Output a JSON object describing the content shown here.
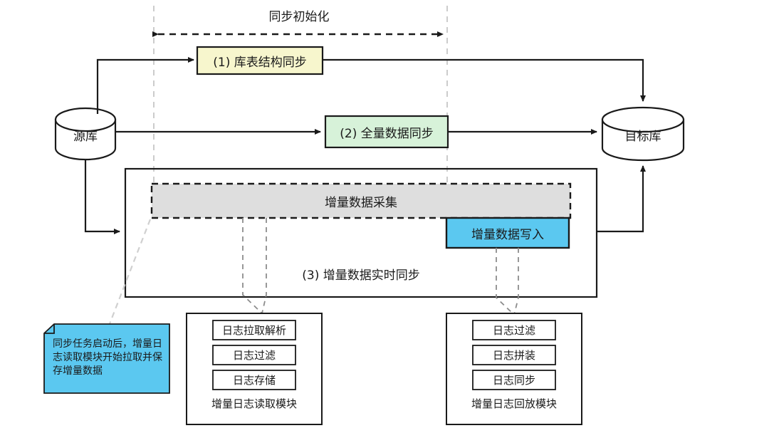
{
  "diagram": {
    "title_annotation": "同步初始化",
    "nodes": {
      "source_db": "源库",
      "target_db": "目标库",
      "step1": "(1) 库表结构同步",
      "step2": "(2) 全量数据同步",
      "step3": "(3) 增量数据实时同步",
      "capture": "增量数据采集",
      "writer": "增量数据写入"
    },
    "note": {
      "text": "同步任务启动后，增量日志读取模块开始拉取并保存增量数据"
    },
    "reader_module": {
      "title": "增量日志读取模块",
      "items": [
        "日志拉取解析",
        "日志过滤",
        "日志存储"
      ]
    },
    "replay_module": {
      "title": "增量日志回放模块",
      "items": [
        "日志过滤",
        "日志拼装",
        "日志同步"
      ]
    },
    "colors": {
      "step1_fill": "#f7f6cd",
      "step2_fill": "#d7f2d9",
      "writer_fill": "#5bc8f0",
      "capture_fill": "#dedede",
      "note_fill": "#5bc8f0",
      "stroke": "#1a1a1a",
      "guide": "#cccccc",
      "dashed_connector": "#8c8c8c",
      "note_connector": "#d0d0d0"
    }
  }
}
